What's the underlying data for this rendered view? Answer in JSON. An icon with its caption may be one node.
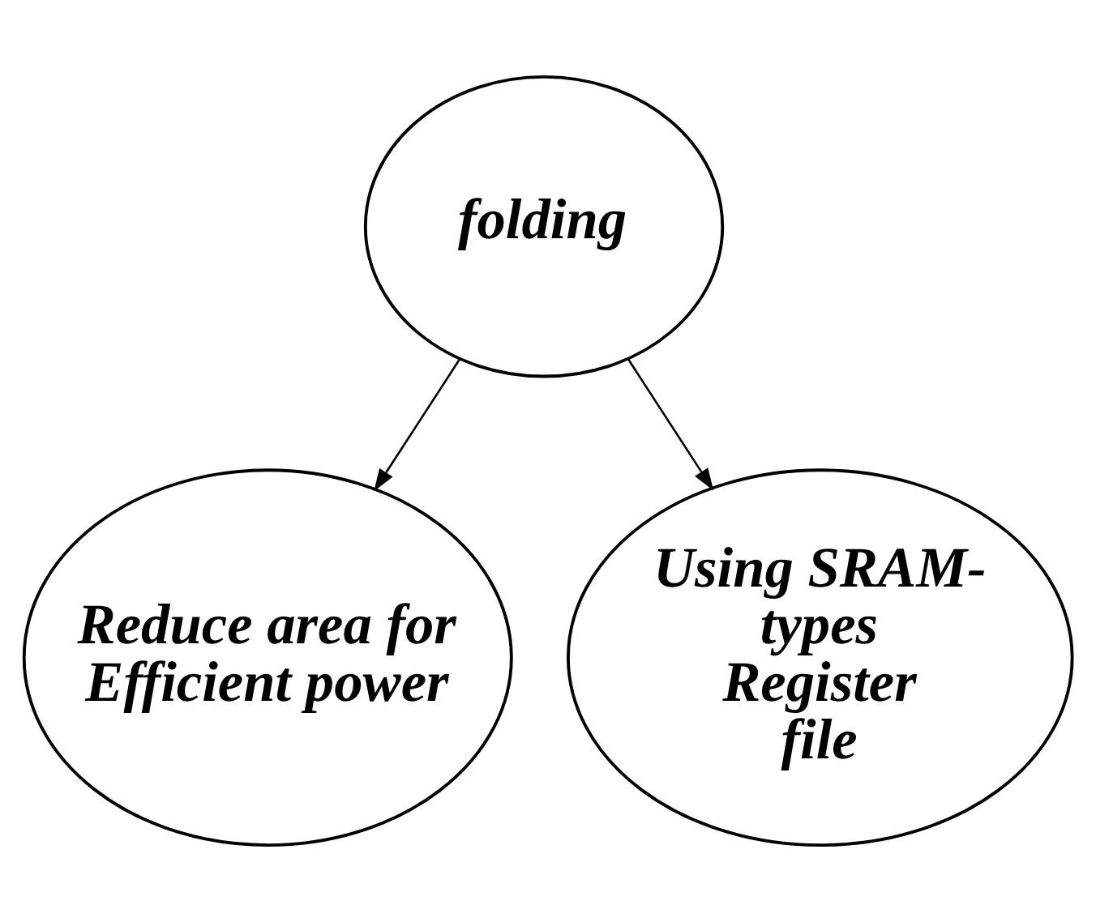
{
  "diagram": {
    "nodes": [
      {
        "text": [
          "folding"
        ]
      },
      {
        "text": [
          "Reduce area for Efficient power"
        ]
      },
      {
        "text": [
          "Using SRAM-types Register file"
        ]
      }
    ],
    "edges": [
      {
        "from": 0,
        "to": 1,
        "arrow": "to"
      },
      {
        "from": 0,
        "to": 2,
        "arrow": "to"
      }
    ]
  }
}
